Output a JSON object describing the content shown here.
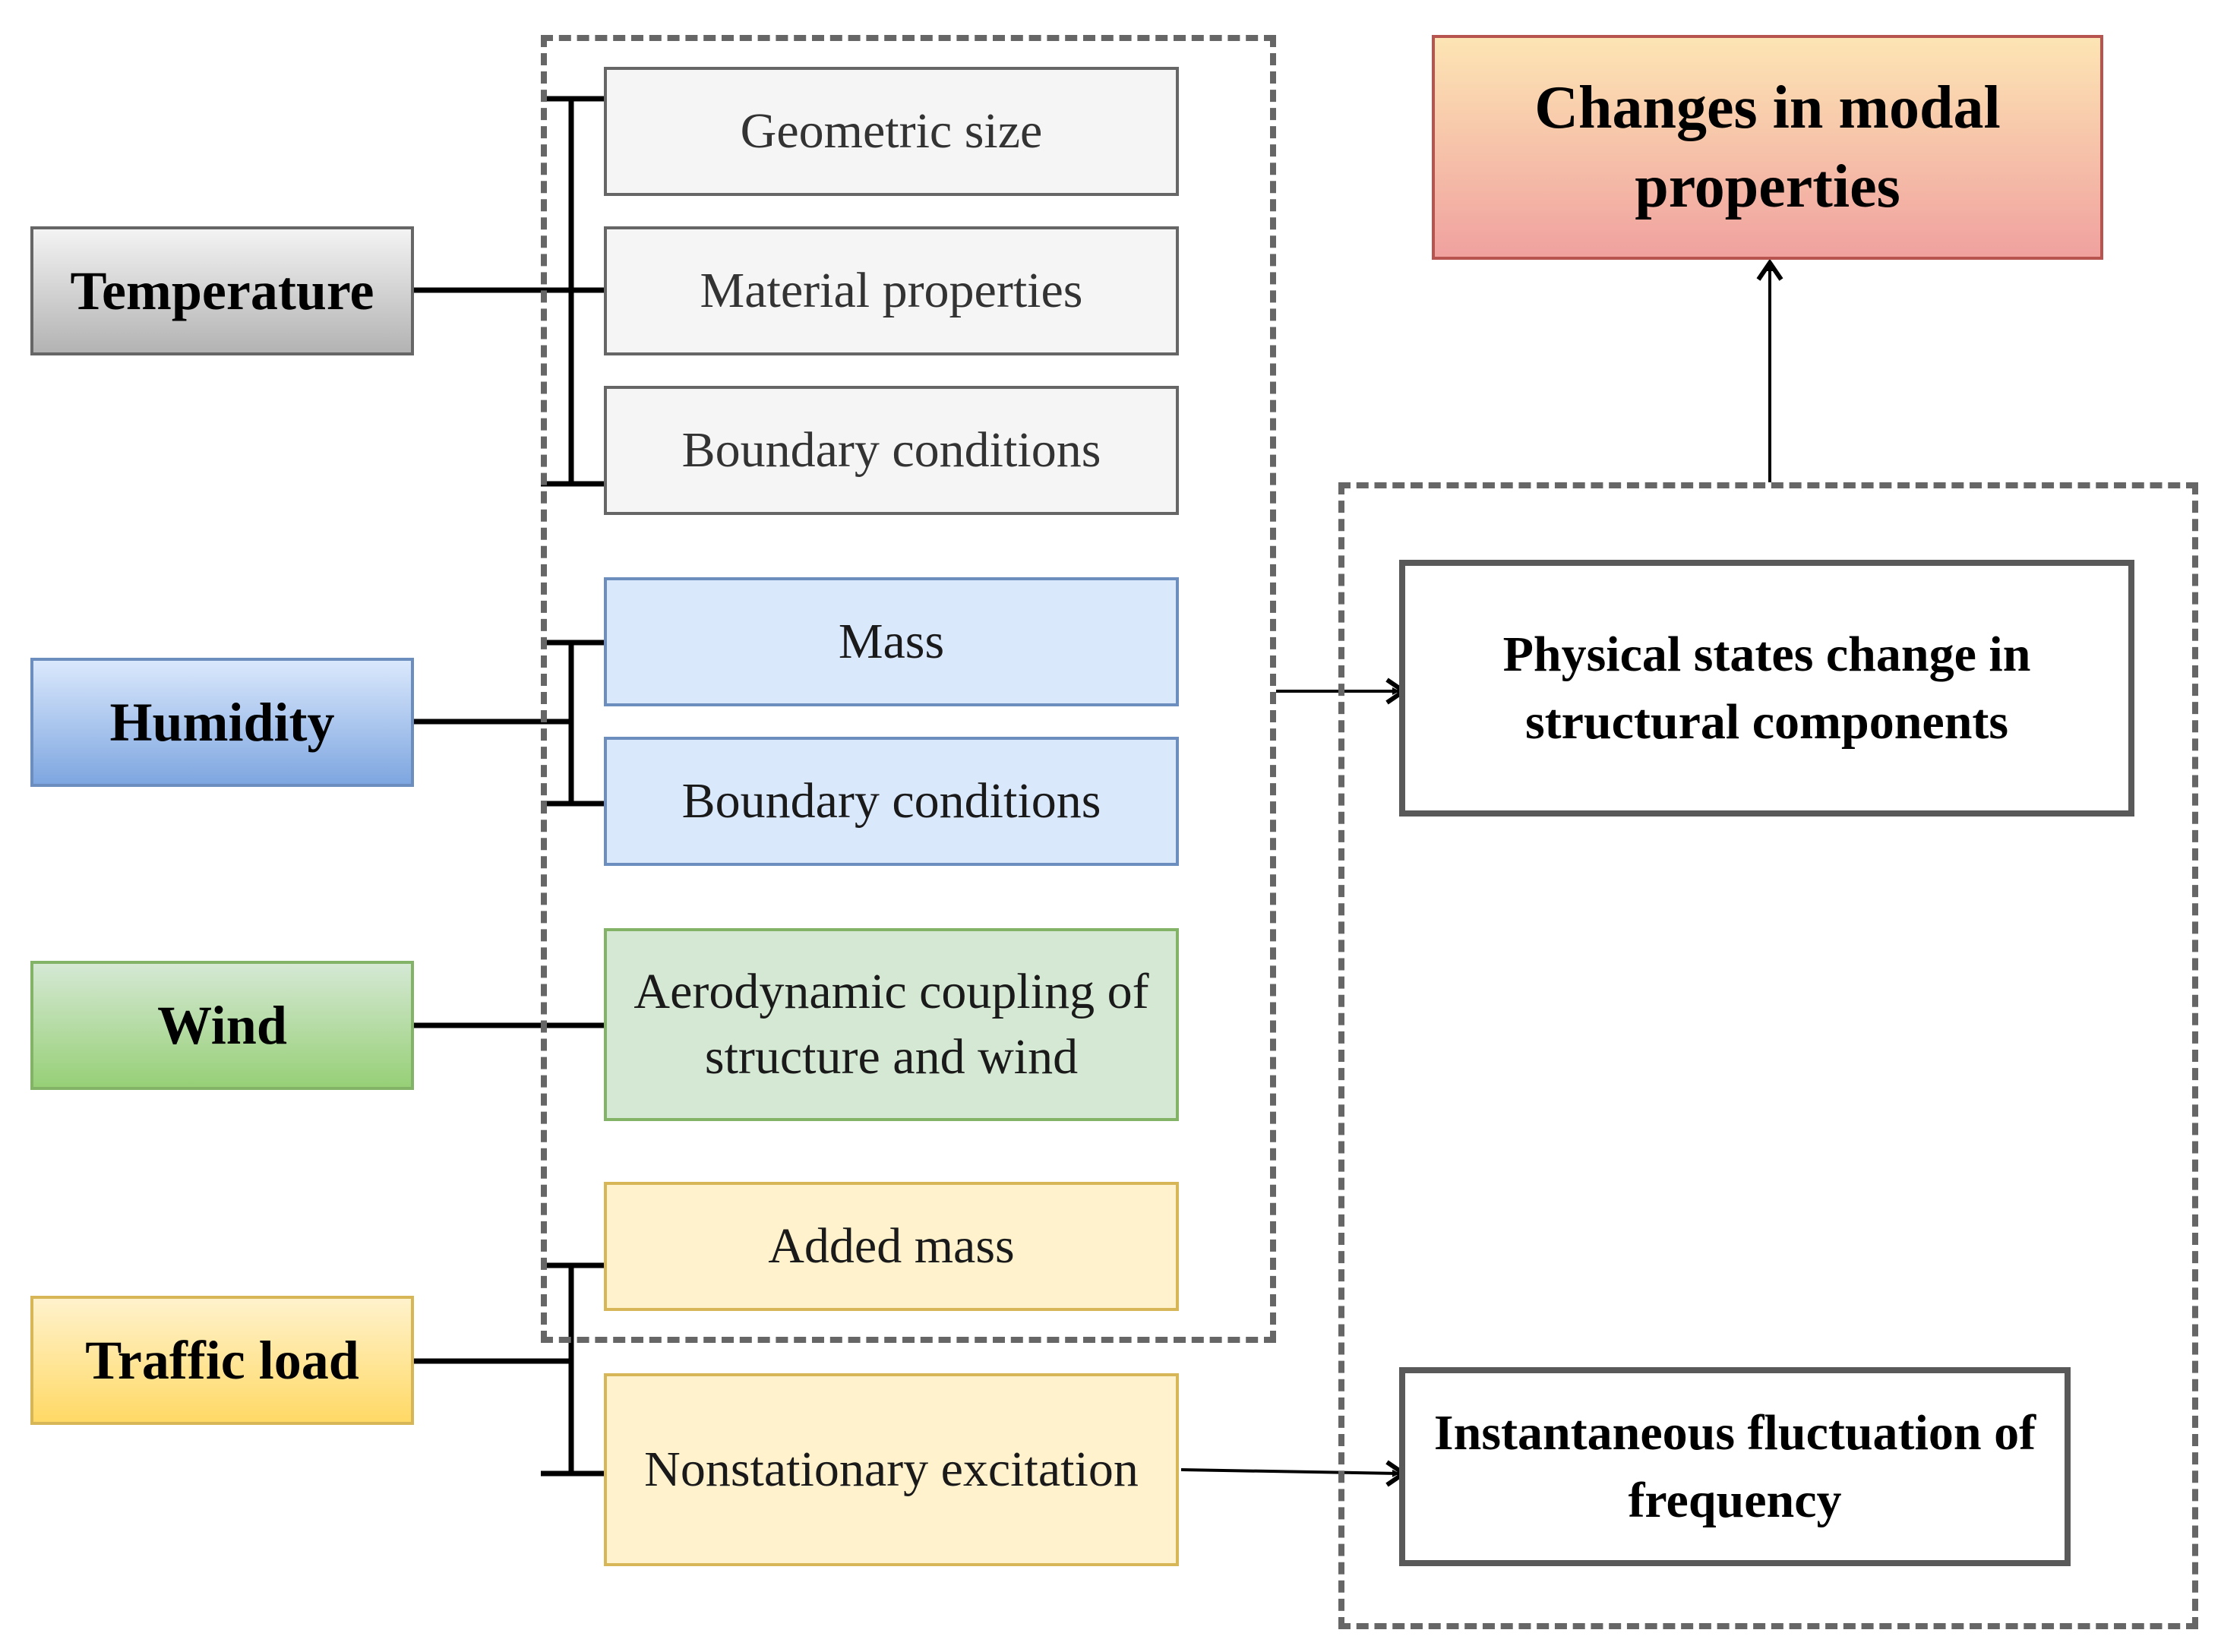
{
  "factors": {
    "temperature": "Temperature",
    "humidity": "Humidity",
    "wind": "Wind",
    "traffic_load": "Traffic load"
  },
  "effects": {
    "geometric_size": "Geometric size",
    "material_properties": "Material properties",
    "temp_boundary_conditions": "Boundary conditions",
    "mass": "Mass",
    "humidity_boundary_conditions": "Boundary conditions",
    "aerodynamic_coupling": "Aerodynamic coupling of structure and wind",
    "added_mass": "Added mass",
    "nonstationary_excitation": "Nonstationary excitation"
  },
  "outcomes": {
    "physical_states": "Physical states change in structural components",
    "instantaneous_fluctuation": "Instantaneous fluctuation of frequency",
    "modal_changes": "Changes in modal properties"
  },
  "colors": {
    "temperature": "#b3b3b3",
    "humidity": "#7ea6e0",
    "wind": "#97d077",
    "traffic_load": "#ffd966",
    "modal_changes": "#f0a19f",
    "dashed_border": "#666666"
  }
}
